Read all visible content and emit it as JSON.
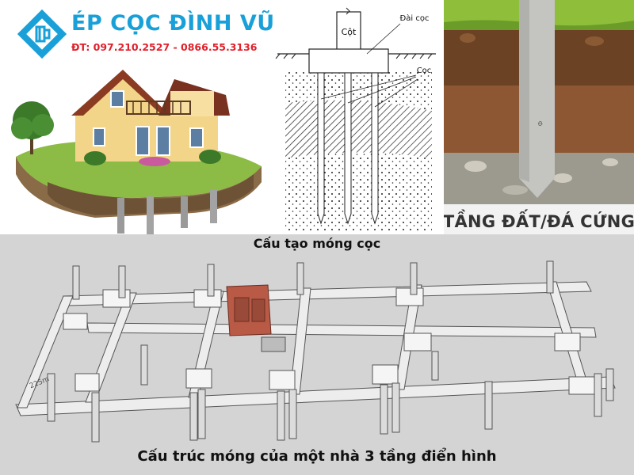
{
  "brand": {
    "name": "ÉP CỌC ĐÌNH VŨ",
    "phone": "ĐT: 097.210.2527 - 0866.55.3136",
    "color_name": "#1aa0d8",
    "color_phone": "#e0202b"
  },
  "schematic": {
    "label_column": "Cột",
    "label_cap": "Đài cọc",
    "label_pile": "Cọc"
  },
  "soil": {
    "caption": "TẦNG ĐẤT/ĐÁ CỨNG",
    "pile_marking": "Ф"
  },
  "captions": {
    "top": "Cấu tạo móng cọc",
    "bottom": "Cấu trúc móng của một nhà 3 tầng điển hình",
    "dimension": "225m"
  },
  "colors": {
    "foundation_bg": "#d4d4d4",
    "beam": "#ededed",
    "highlight": "#b85a45"
  }
}
